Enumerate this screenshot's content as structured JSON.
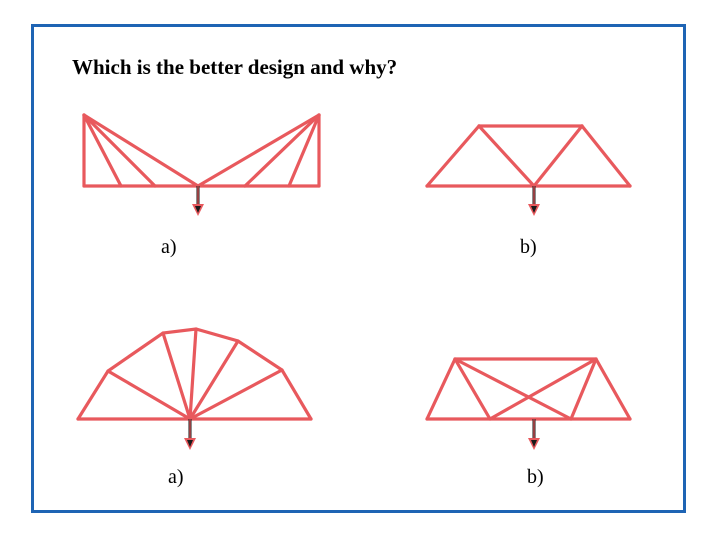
{
  "question": "Which is the better design and why?",
  "labels": {
    "top_left": "a)",
    "top_right": "b)",
    "bottom_left": "a)",
    "bottom_right": "b)"
  },
  "colors": {
    "truss": "#e8595d",
    "arrow": "#1a1a1a",
    "frame": "#1e64b4"
  }
}
